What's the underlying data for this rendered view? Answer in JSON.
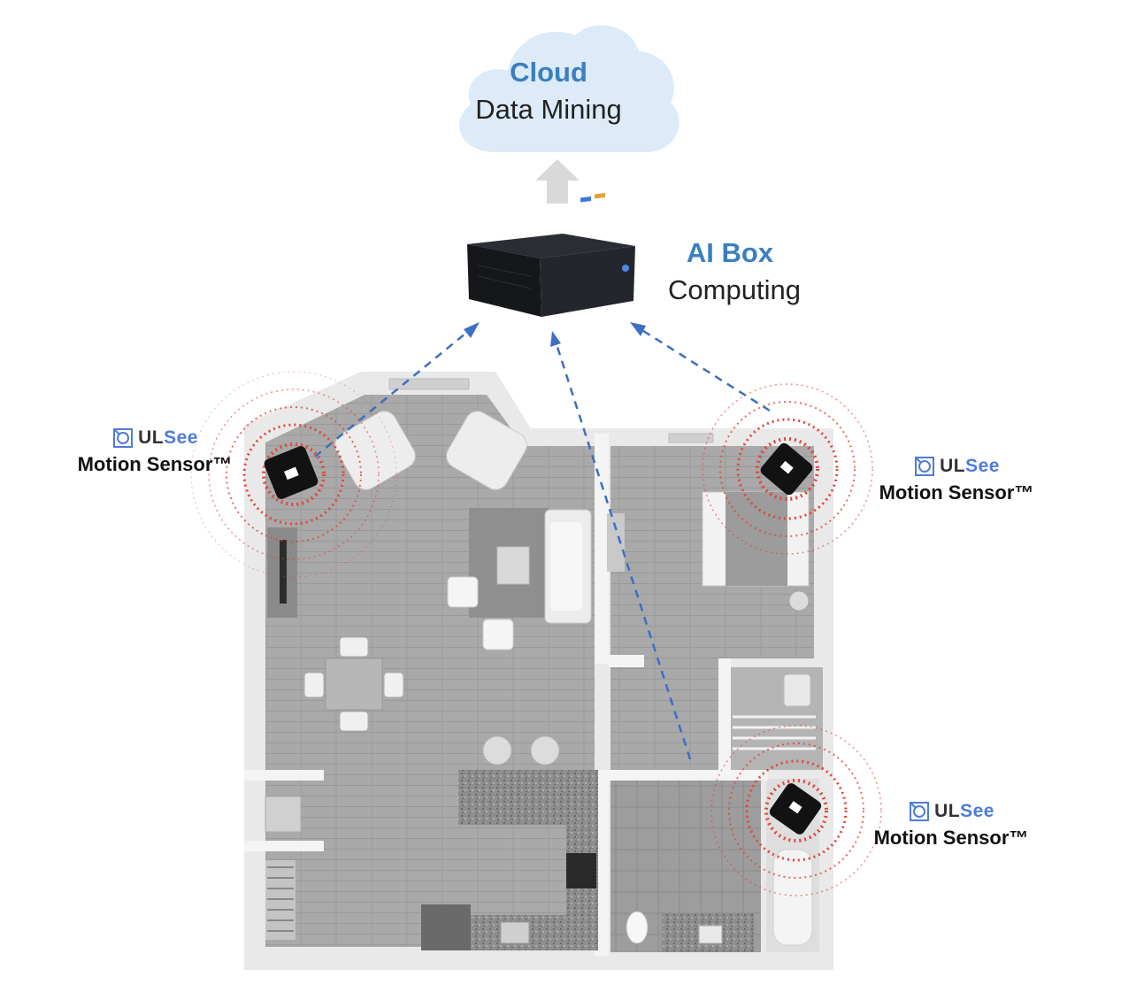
{
  "cloud": {
    "title": "Cloud",
    "subtitle": "Data Mining"
  },
  "ai_box": {
    "title": "AI Box",
    "subtitle": "Computing"
  },
  "sensors": [
    {
      "brand_prefix": "UL",
      "brand_suffix": "See",
      "label": "Motion Sensor™"
    },
    {
      "brand_prefix": "UL",
      "brand_suffix": "See",
      "label": "Motion Sensor™"
    },
    {
      "brand_prefix": "UL",
      "brand_suffix": "See",
      "label": "Motion Sensor™"
    }
  ],
  "colors": {
    "accent_blue": "#3a7fc1",
    "cloud_fill": "#dcebf7",
    "arrow_gray": "#d9d9d9",
    "dash_blue": "#3d6fc4",
    "ripple_red": "#e0463c"
  },
  "icons": [
    "cloud-icon",
    "up-arrow-icon",
    "mini-pc-icon",
    "floor-plan-illustration",
    "motion-sensor-icon",
    "ulsee-logo-icon"
  ]
}
